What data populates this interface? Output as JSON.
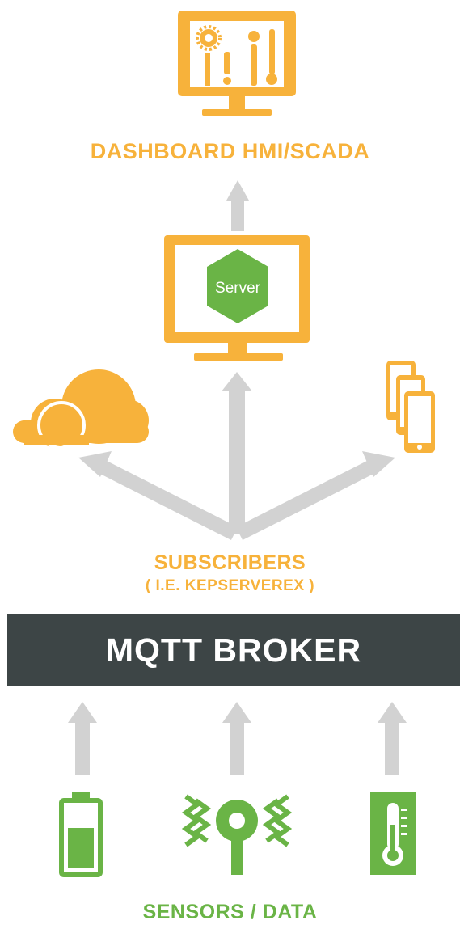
{
  "dashboard": {
    "label": "DASHBOARD HMI/SCADA",
    "icon": "monitor-with-sliders-icon"
  },
  "server": {
    "label": "Server",
    "icon": "monitor-server-icon"
  },
  "subscribers": {
    "label": "SUBSCRIBERS",
    "sublabel": "( I.E. KEPSERVEREX )"
  },
  "broker": {
    "label": "MQTT BROKER",
    "color": "#3d4546"
  },
  "sensors": {
    "label": "SENSORS / DATA",
    "icons": [
      "battery-icon",
      "vibration-sensor-icon",
      "thermometer-icon"
    ]
  },
  "subscriber_targets": [
    "cloud-icon",
    "server-monitor-icon",
    "mobile-devices-icon"
  ],
  "colors": {
    "orange": "#f7b23b",
    "green": "#6ab446",
    "arrow_gray": "#d2d2d2",
    "dark": "#3d4546"
  }
}
